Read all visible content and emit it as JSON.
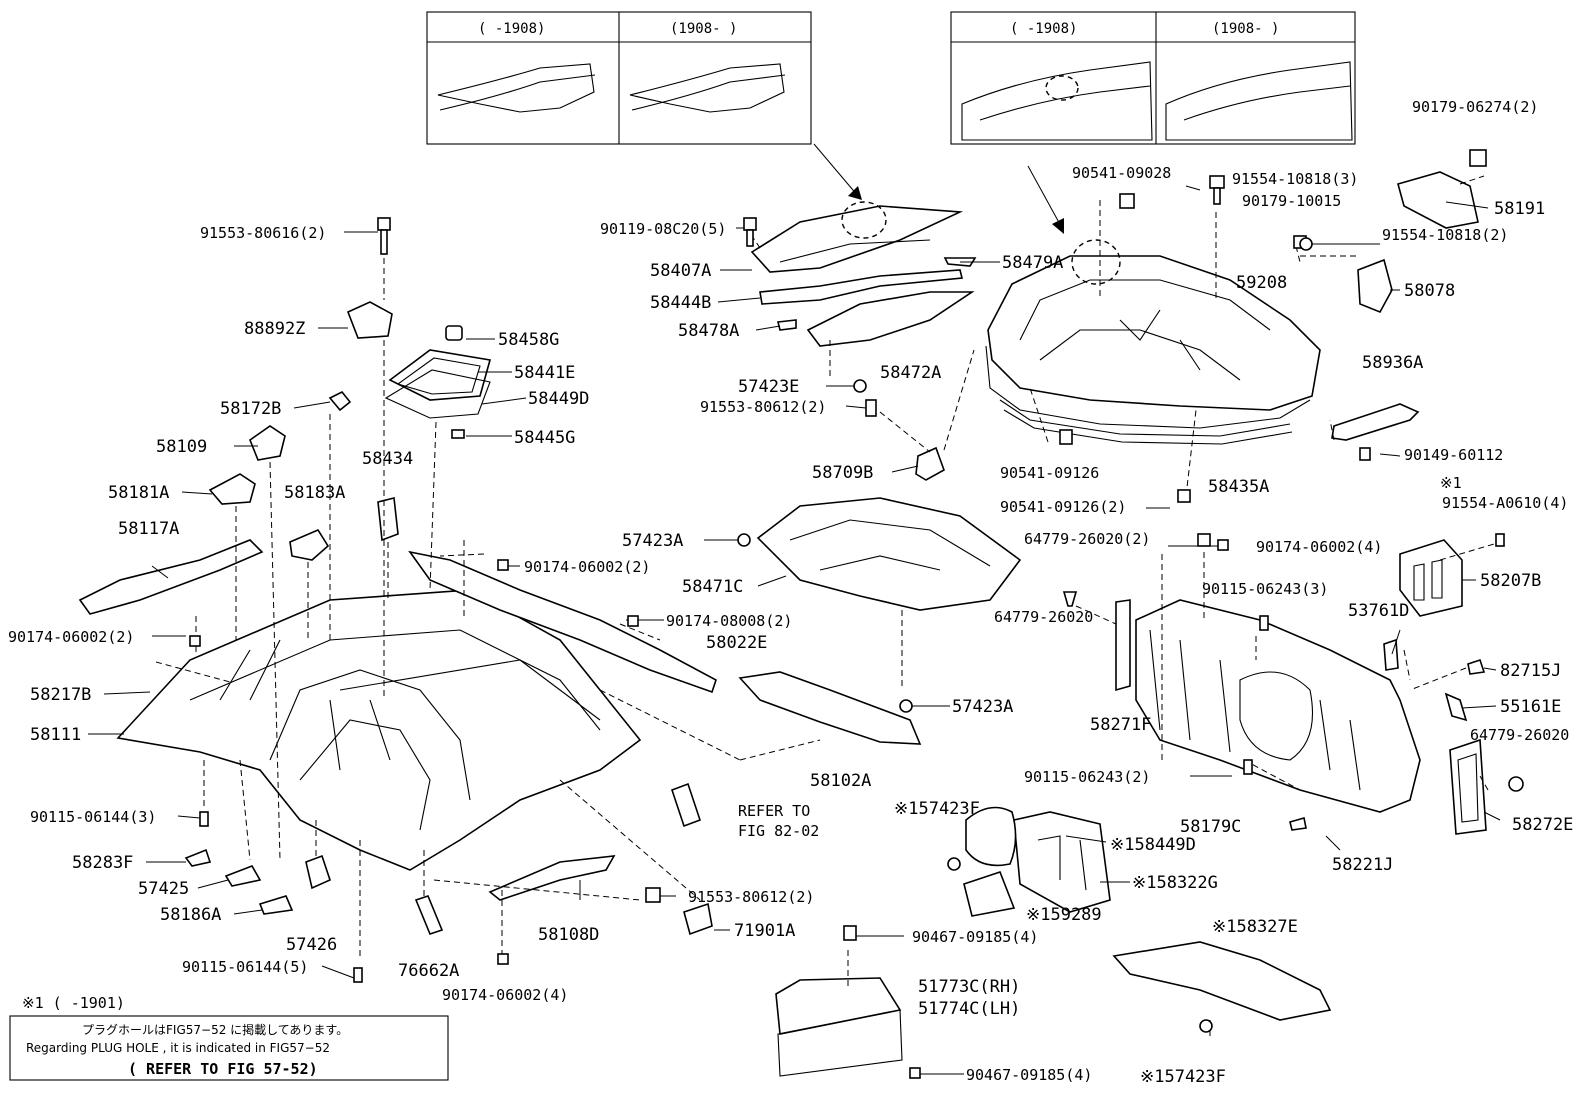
{
  "insets": {
    "left": {
      "before": "(    -1908)",
      "after": "(1908-    )"
    },
    "right": {
      "before": "(    -1908)",
      "after": "(1908-    )"
    }
  },
  "labels": {
    "l91553_80616": "91553-80616(2)",
    "l88892z": "88892Z",
    "l58458g": "58458G",
    "l58441e": "58441E",
    "l58449d": "58449D",
    "l58445g": "58445G",
    "l58172b": "58172B",
    "l58109": "58109",
    "l58434": "58434",
    "l58181a": "58181A",
    "l58183a": "58183A",
    "l58117a": "58117A",
    "l90174_06002_a": "90174-06002(2)",
    "l90174_06002_b": "90174-06002(2)",
    "l58217b": "58217B",
    "l58111": "58111",
    "l90115_06144_3": "90115-06144(3)",
    "l58283f": "58283F",
    "l57425": "57425",
    "l58186a": "58186A",
    "l57426": "57426",
    "l90115_06144_5": "90115-06144(5)",
    "l76662a": "76662A",
    "l90174_06002_4": "90174-06002(4)",
    "l58108d": "58108D",
    "l91553_80612_b": "91553-80612(2)",
    "l71901a": "71901A",
    "l90119_08c20": "90119-08C20(5)",
    "l58407a": "58407A",
    "l58444b": "58444B",
    "l58478a": "58478A",
    "l58472a": "58472A",
    "l58479a": "58479A",
    "l57423e": "57423E",
    "l91553_80612_a": "91553-80612(2)",
    "l58709b": "58709B",
    "l57423a_1": "57423A",
    "l58471c": "58471C",
    "l90174_08008": "90174-08008(2)",
    "l58022e": "58022E",
    "l57423a_2": "57423A",
    "l58102a": "58102A",
    "l90541_09028": "90541-09028",
    "l91554_10818_3": "91554-10818(3)",
    "l90179_10015": "90179-10015",
    "l90179_06274": "90179-06274(2)",
    "l58191": "58191",
    "l91554_10818_2": "91554-10818(2)",
    "l59208": "59208",
    "l58078": "58078",
    "l58936a": "58936A",
    "l90149_60112": "90149-60112",
    "l90541_09126_a": "90541-09126",
    "l90541_09126_b": "90541-09126(2)",
    "l58435a": "58435A",
    "l64779_26020_2": "64779-26020(2)",
    "l90174_06002_4b": "90174-06002(4)",
    "l91554_a0610_mark": "※1",
    "l91554_a0610": "91554-A0610(4)",
    "l58207b": "58207B",
    "l90115_06243_3": "90115-06243(3)",
    "l53761d": "53761D",
    "l64779_26020_a": "64779-26020",
    "l82715j": "82715J",
    "l55161e": "55161E",
    "l58271f": "58271F",
    "l64779_26020_b": "64779-26020",
    "l90115_06243_2": "90115-06243(2)",
    "l58179c": "58179C",
    "l58272e": "58272E",
    "l58221j": "58221J",
    "l57423f": "※157423F",
    "l58449d_b": "※158449D",
    "l58322g": "※158322G",
    "l59289": "※159289",
    "l90467_09185_a": "90467-09185(4)",
    "l51773c": "51773C(RH)",
    "l51774c": "51774C(LH)",
    "l58327e": "※158327E",
    "l90467_09185_b": "90467-09185(4)",
    "l57423f_b": "※157423F",
    "refer_to": "REFER TO",
    "refer_fig": "FIG 82-02"
  },
  "footnote": {
    "mark": "※1 (      -1901)",
    "jp": "プラグホールはFIG57−52 に掲載してあります。",
    "en": "Regarding PLUG HOLE , it is indicated in FIG57−52",
    "ref": "( REFER TO FIG 57-52)"
  }
}
